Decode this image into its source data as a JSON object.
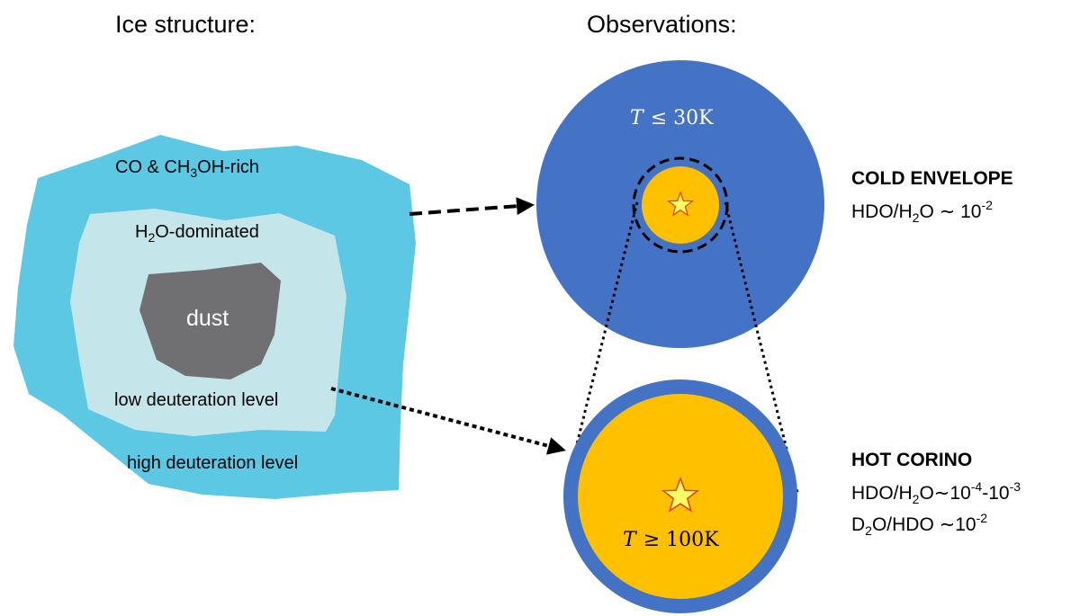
{
  "headings": {
    "ice_structure": "Ice structure:",
    "observations": "Observations:"
  },
  "ice": {
    "outer_layer": {
      "label_pre": "CO & CH",
      "label_sub": "3",
      "label_post": "OH-rich",
      "color": "#5cc8e4"
    },
    "inner_layer": {
      "label_pre": "H",
      "label_sub": "2",
      "label_post": "O-dominated",
      "color": "#c4e6ea"
    },
    "dust": {
      "label": "dust",
      "color": "#707073"
    },
    "low_deuteration": "low deuteration level",
    "high_deuteration": "high deuteration level"
  },
  "cold_envelope": {
    "temperature": {
      "var": "T",
      "rel": "≤ 30K"
    },
    "title": "COLD ENVELOPE",
    "ratio": {
      "p1": "HDO/H",
      "s1": "2",
      "p2": "O ∼ 10",
      "e1": "-2"
    },
    "color": "#4472c4",
    "core_color": "#ffc000"
  },
  "hot_corino": {
    "temperature": {
      "var": "T",
      "rel": "≥ 100K"
    },
    "title": "HOT CORINO",
    "ratio1": {
      "p1": "HDO/H",
      "s1": "2",
      "p2": "O∼10",
      "e1": "-4",
      "p3": "-10",
      "e2": "-3"
    },
    "ratio2": {
      "p1": "D",
      "s1": "2",
      "p2": "O/HDO ∼10",
      "e1": "-2"
    },
    "ring_color": "#4472c4",
    "core_color": "#ffc000"
  },
  "star_color": "#ffff66",
  "star_outline": "#e03c1f"
}
